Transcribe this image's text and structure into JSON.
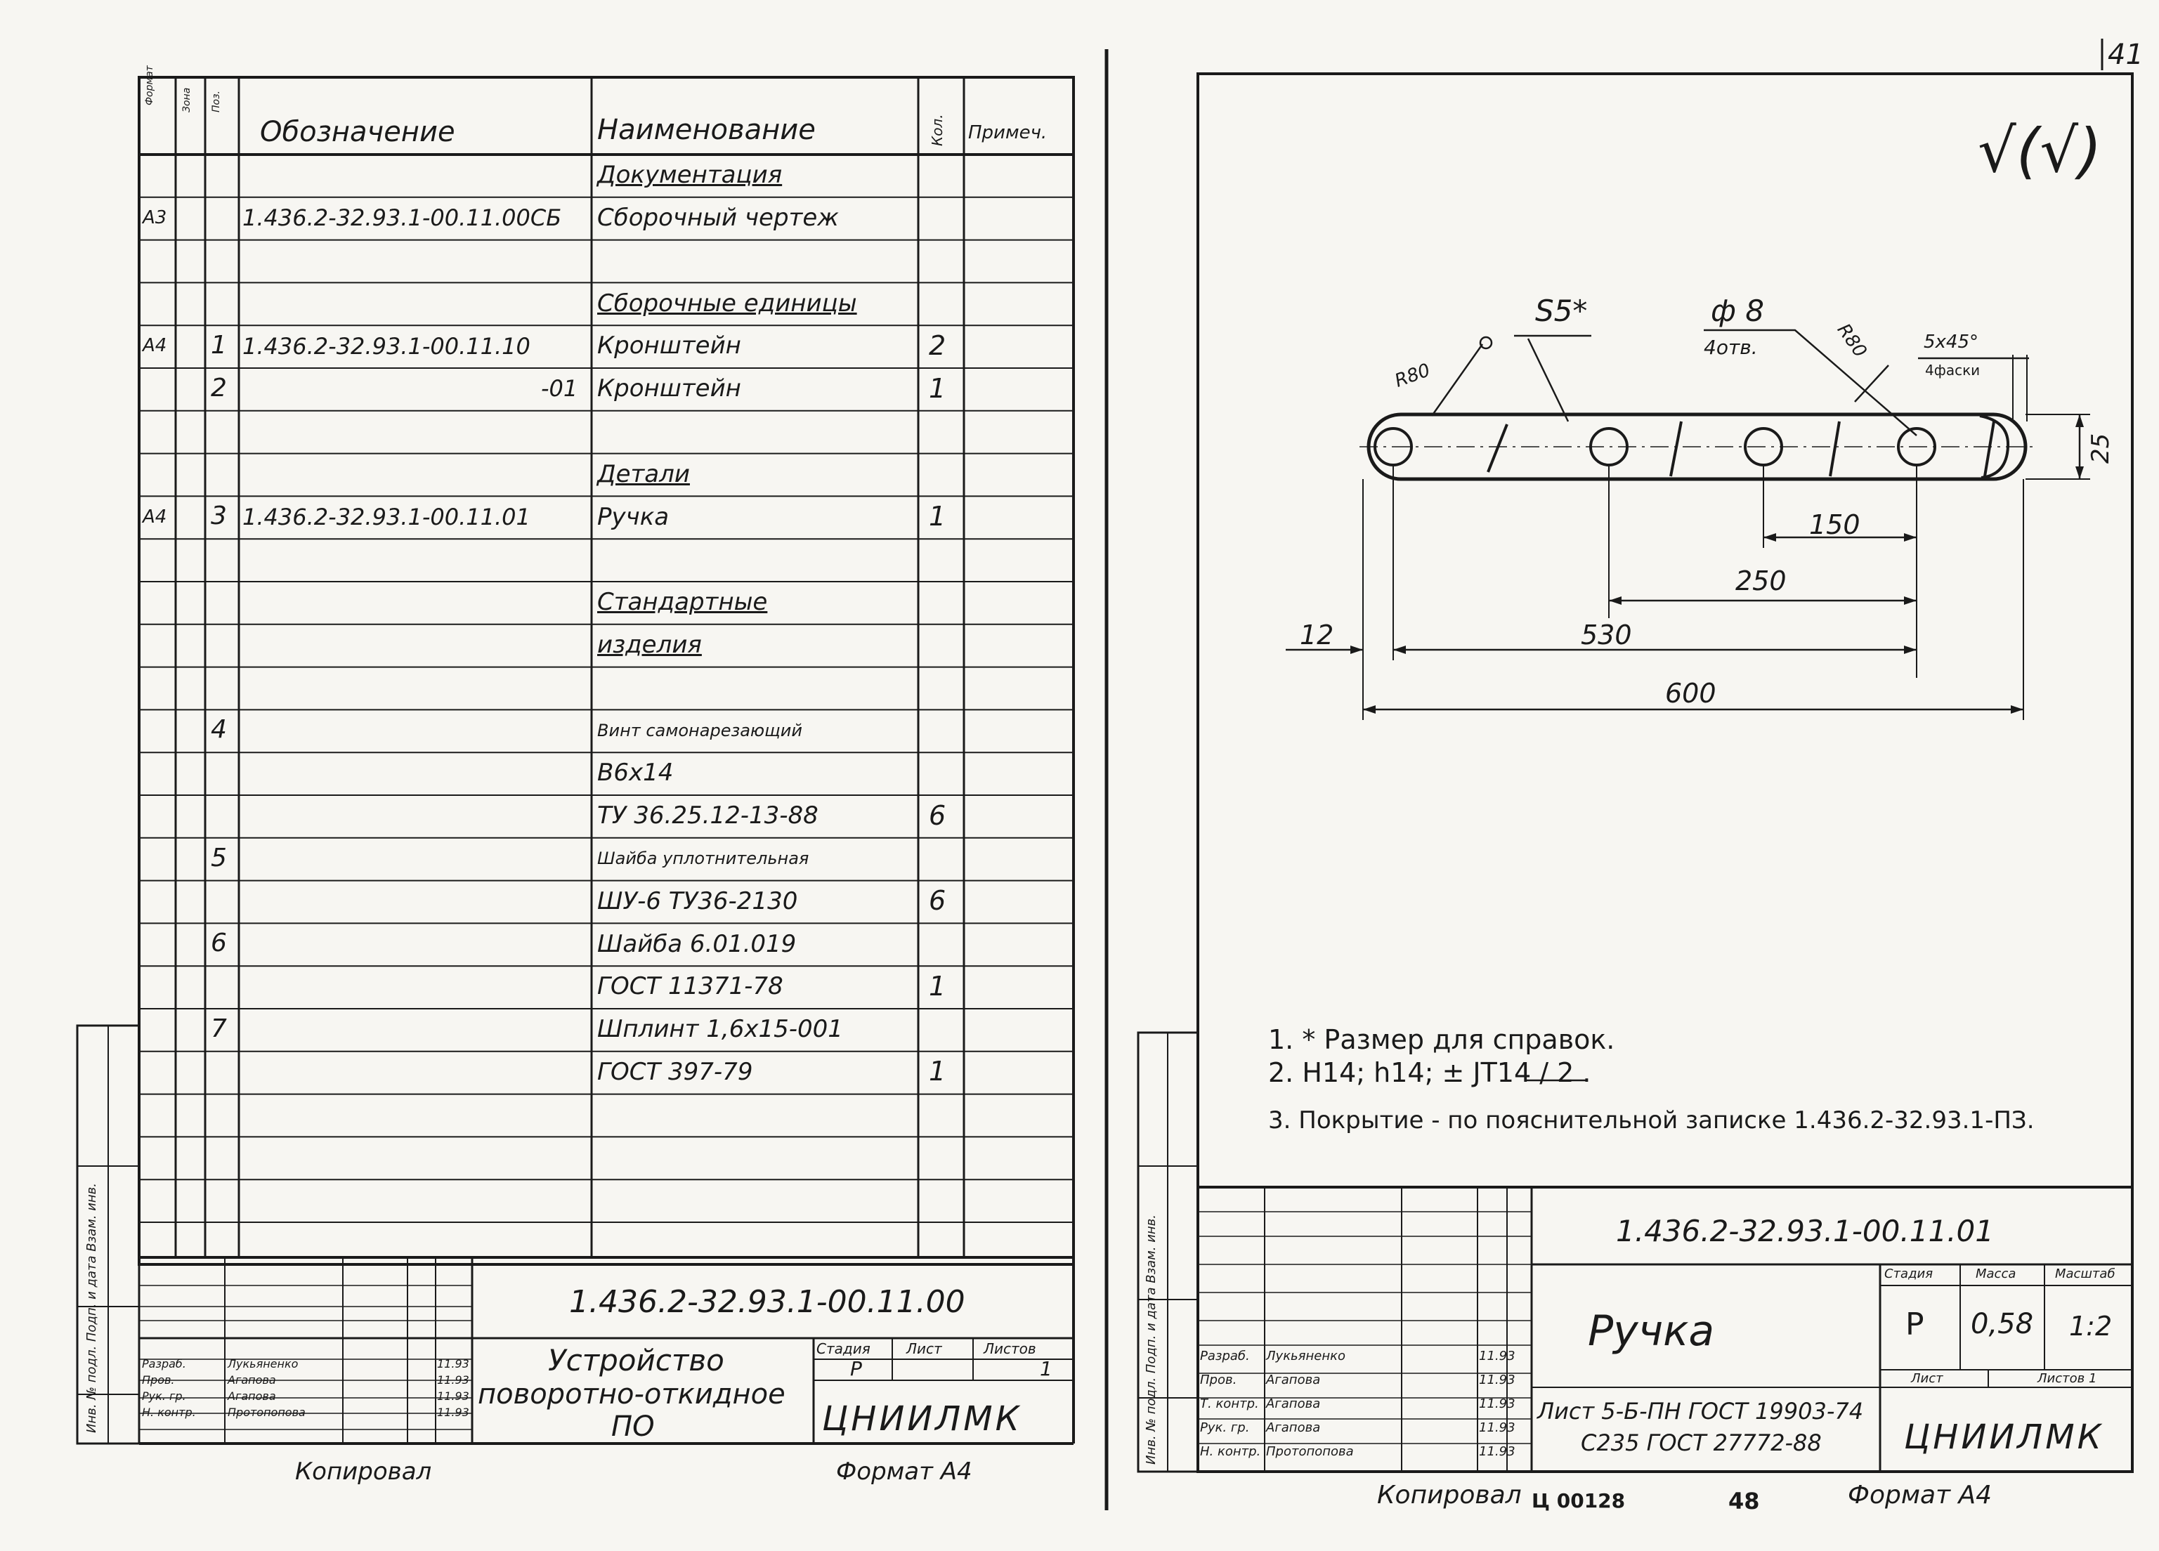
{
  "page_number": "41",
  "left": {
    "headers": {
      "format": "Формат",
      "zone": "Зона",
      "pos": "Поз.",
      "designation": "Обозначение",
      "name": "Наименование",
      "qty": "Кол.",
      "note": "Примеч."
    },
    "rows": [
      {
        "format": "",
        "pos": "",
        "designation": "",
        "name": "Документация",
        "qty": "",
        "section": true
      },
      {
        "format": "А3",
        "pos": "",
        "designation": "1.436.2-32.93.1-00.11.00СБ",
        "name": "Сборочный чертеж",
        "qty": ""
      },
      {
        "format": "",
        "pos": "",
        "designation": "",
        "name": "",
        "qty": ""
      },
      {
        "format": "",
        "pos": "",
        "designation": "",
        "name": "Сборочные единицы",
        "qty": "",
        "section": true
      },
      {
        "format": "А4",
        "pos": "1",
        "designation": "1.436.2-32.93.1-00.11.10",
        "name": "Кронштейн",
        "qty": "2"
      },
      {
        "format": "",
        "pos": "2",
        "designation": "-01",
        "name": "Кронштейн",
        "qty": "1",
        "des_right": true
      },
      {
        "format": "",
        "pos": "",
        "designation": "",
        "name": "",
        "qty": ""
      },
      {
        "format": "",
        "pos": "",
        "designation": "",
        "name": "Детали",
        "qty": "",
        "section": true
      },
      {
        "format": "А4",
        "pos": "3",
        "designation": "1.436.2-32.93.1-00.11.01",
        "name": "Ручка",
        "qty": "1"
      },
      {
        "format": "",
        "pos": "",
        "designation": "",
        "name": "",
        "qty": ""
      },
      {
        "format": "",
        "pos": "",
        "designation": "",
        "name": "Стандартные",
        "qty": "",
        "section": true
      },
      {
        "format": "",
        "pos": "",
        "designation": "",
        "name": "изделия",
        "qty": "",
        "section": true
      },
      {
        "format": "",
        "pos": "",
        "designation": "",
        "name": "",
        "qty": ""
      },
      {
        "format": "",
        "pos": "4",
        "designation": "",
        "name": "Винт самонарезающий",
        "qty": "",
        "small": true
      },
      {
        "format": "",
        "pos": "",
        "designation": "",
        "name": "В6х14",
        "qty": ""
      },
      {
        "format": "",
        "pos": "",
        "designation": "",
        "name": "ТУ 36.25.12-13-88",
        "qty": "6"
      },
      {
        "format": "",
        "pos": "5",
        "designation": "",
        "name": "Шайба уплотнительная",
        "qty": "",
        "small": true
      },
      {
        "format": "",
        "pos": "",
        "designation": "",
        "name": "ШУ-6 ТУ36-2130",
        "qty": "6"
      },
      {
        "format": "",
        "pos": "6",
        "designation": "",
        "name": "Шайба 6.01.019",
        "qty": ""
      },
      {
        "format": "",
        "pos": "",
        "designation": "",
        "name": "ГОСТ 11371-78",
        "qty": "1"
      },
      {
        "format": "",
        "pos": "7",
        "designation": "",
        "name": "Шплинт 1,6х15-001",
        "qty": ""
      },
      {
        "format": "",
        "pos": "",
        "designation": "",
        "name": "ГОСТ 397-79",
        "qty": "1"
      },
      {
        "format": "",
        "pos": "",
        "designation": "",
        "name": "",
        "qty": ""
      },
      {
        "format": "",
        "pos": "",
        "designation": "",
        "name": "",
        "qty": ""
      },
      {
        "format": "",
        "pos": "",
        "designation": "",
        "name": "",
        "qty": ""
      },
      {
        "format": "",
        "pos": "",
        "designation": "",
        "name": "",
        "qty": ""
      }
    ],
    "side_label": "Инв. № подл.   Подп. и дата   Взам. инв.",
    "title_block": {
      "doc_number": "1.436.2-32.93.1-00.11.00",
      "title_line1": "Устройство",
      "title_line2": "поворотно-откидное",
      "title_line3": "ПО",
      "stage_label": "Стадия",
      "sheet_label": "Лист",
      "sheets_label": "Листов",
      "stage": "Р",
      "sheets": "1",
      "org": "ЦНИИЛМК",
      "roles": [
        {
          "role": "Разраб.",
          "name": "Лукьяненко",
          "date": "11.93"
        },
        {
          "role": "Пров.",
          "name": "Агапова",
          "date": "11.93"
        },
        {
          "role": "Рук. гр.",
          "name": "Агапова",
          "date": "11.93"
        },
        {
          "role": "Н. контр.",
          "name": "Протопопова",
          "date": "11.93"
        }
      ]
    },
    "copied": "Копировал",
    "format": "Формат А4"
  },
  "right": {
    "roughness": "√(√)",
    "drawing": {
      "dim_600": "600",
      "dim_530": "530",
      "dim_250": "250",
      "dim_150": "150",
      "dim_12": "12",
      "dim_25": "25",
      "s5": "S5*",
      "phi8": "ф 8",
      "holes": "4отв.",
      "r80_left": "R80",
      "r80_right": "R80",
      "chamfer": "5х45°",
      "chamfer_count": "4фаски"
    },
    "notes": [
      "1. * Размер для справок.",
      "2. Н14; h14; ± JT14 / 2 .",
      "3. Покрытие - по пояснительной записке 1.436.2-32.93.1-ПЗ."
    ],
    "title_block": {
      "doc_number": "1.436.2-32.93.1-00.11.01",
      "title": "Ручка",
      "stage_label": "Стадия",
      "mass_label": "Масса",
      "scale_label": "Масштаб",
      "stage": "Р",
      "mass": "0,58",
      "scale": "1:2",
      "sheet_label": "Лист",
      "sheets_label": "Листов 1",
      "material_line1": "Лист 5-Б-ПН ГОСТ 19903-74",
      "material_line2": "С235 ГОСТ 27772-88",
      "org": "ЦНИИЛМК",
      "roles": [
        {
          "role": "Разраб.",
          "name": "Лукьяненко",
          "date": "11.93"
        },
        {
          "role": "Пров.",
          "name": "Агапова",
          "date": "11.93"
        },
        {
          "role": "Т. контр.",
          "name": "Агапова",
          "date": "11.93"
        },
        {
          "role": "Рук. гр.",
          "name": "Агапова",
          "date": "11.93"
        },
        {
          "role": "Н. контр.",
          "name": "Протопопова",
          "date": "11.93"
        }
      ]
    },
    "copied": "Копировал",
    "stamp_code": "Ц 00128",
    "stamp_page": "48",
    "format": "Формат А4"
  }
}
